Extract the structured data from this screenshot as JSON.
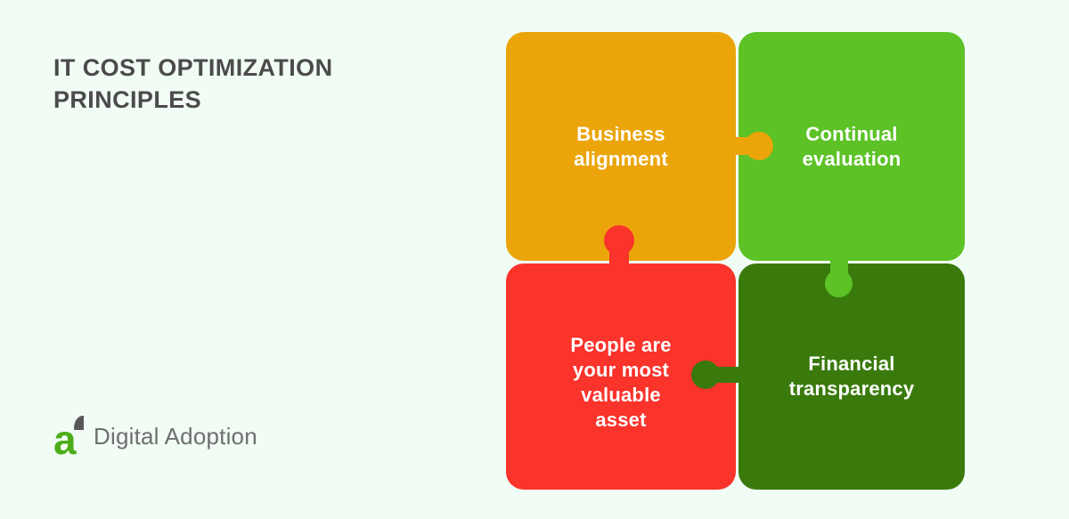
{
  "title": "IT COST OPTIMIZATION PRINCIPLES",
  "pieces": [
    {
      "id": "business-alignment",
      "label": "Business\nalignment",
      "color": "#EBA50A"
    },
    {
      "id": "continual-evaluation",
      "label": "Continual\nevaluation",
      "color": "#5CC226"
    },
    {
      "id": "people-valuable-asset",
      "label": "People are\nyour most\nvaluable\nasset",
      "color": "#FA332B"
    },
    {
      "id": "financial-transparency",
      "label": "Financial\ntransparency",
      "color": "#3A7A0D"
    }
  ],
  "logo": {
    "mark_letter": "a",
    "text": "Digital Adoption",
    "mark_color": "#4DAD19",
    "text_color": "#6F6F6F"
  },
  "colors": {
    "background": "#F1FCF5",
    "title_text": "#4B4B4B",
    "piece_label_text": "#FFFFFF"
  }
}
